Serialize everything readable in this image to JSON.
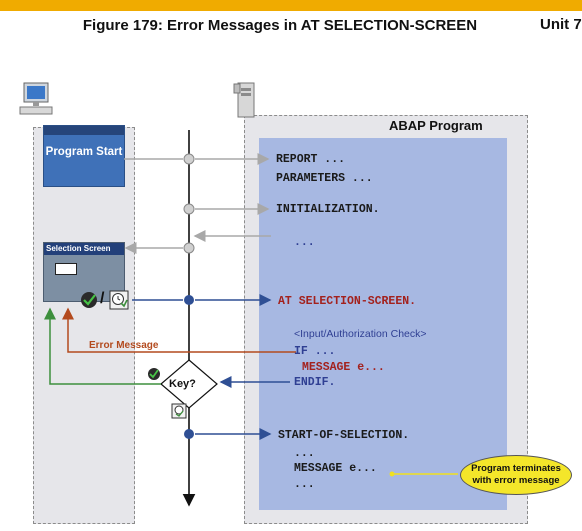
{
  "header": {
    "figure_title": "Figure 179: Error Messages in AT SELECTION-SCREEN",
    "unit_label": "Unit 7"
  },
  "colors": {
    "brand_bar": "#f0ab00",
    "abap_box": "#a7b8e2",
    "selection_screen_keyword": "#a3211d",
    "error_arrow": "#b34a1e",
    "ok_arrow": "#3d8f3d",
    "flow_arrow": "#2f4f94",
    "note_fill": "#f4e62a"
  },
  "icons": {
    "client": "computer-icon",
    "server": "server-icon",
    "ok": "green-check-icon",
    "execute": "clock-execute-icon"
  },
  "diagram": {
    "client_box": {
      "label": "Program Start"
    },
    "selection_screen": {
      "label": "Selection Screen"
    },
    "abap_program": {
      "title": "ABAP Program"
    },
    "code": {
      "report": "REPORT ...",
      "parameters": "PARAMETERS ...",
      "initialization": "INITIALIZATION.",
      "dots1": "...",
      "at_selection_screen": "AT SELECTION-SCREEN.",
      "comment": "<Input/Authorization Check>",
      "if_line": "IF ...",
      "message_line": "MESSAGE e...",
      "endif_line": "ENDIF.",
      "start_of_selection": "START-OF-SELECTION.",
      "dots2": "...",
      "message_line2": "MESSAGE e...",
      "dots3": "..."
    },
    "error_label": "Error Message",
    "key_label": "Key?",
    "terminate_note": "Program terminates with error message",
    "slash": "/"
  }
}
